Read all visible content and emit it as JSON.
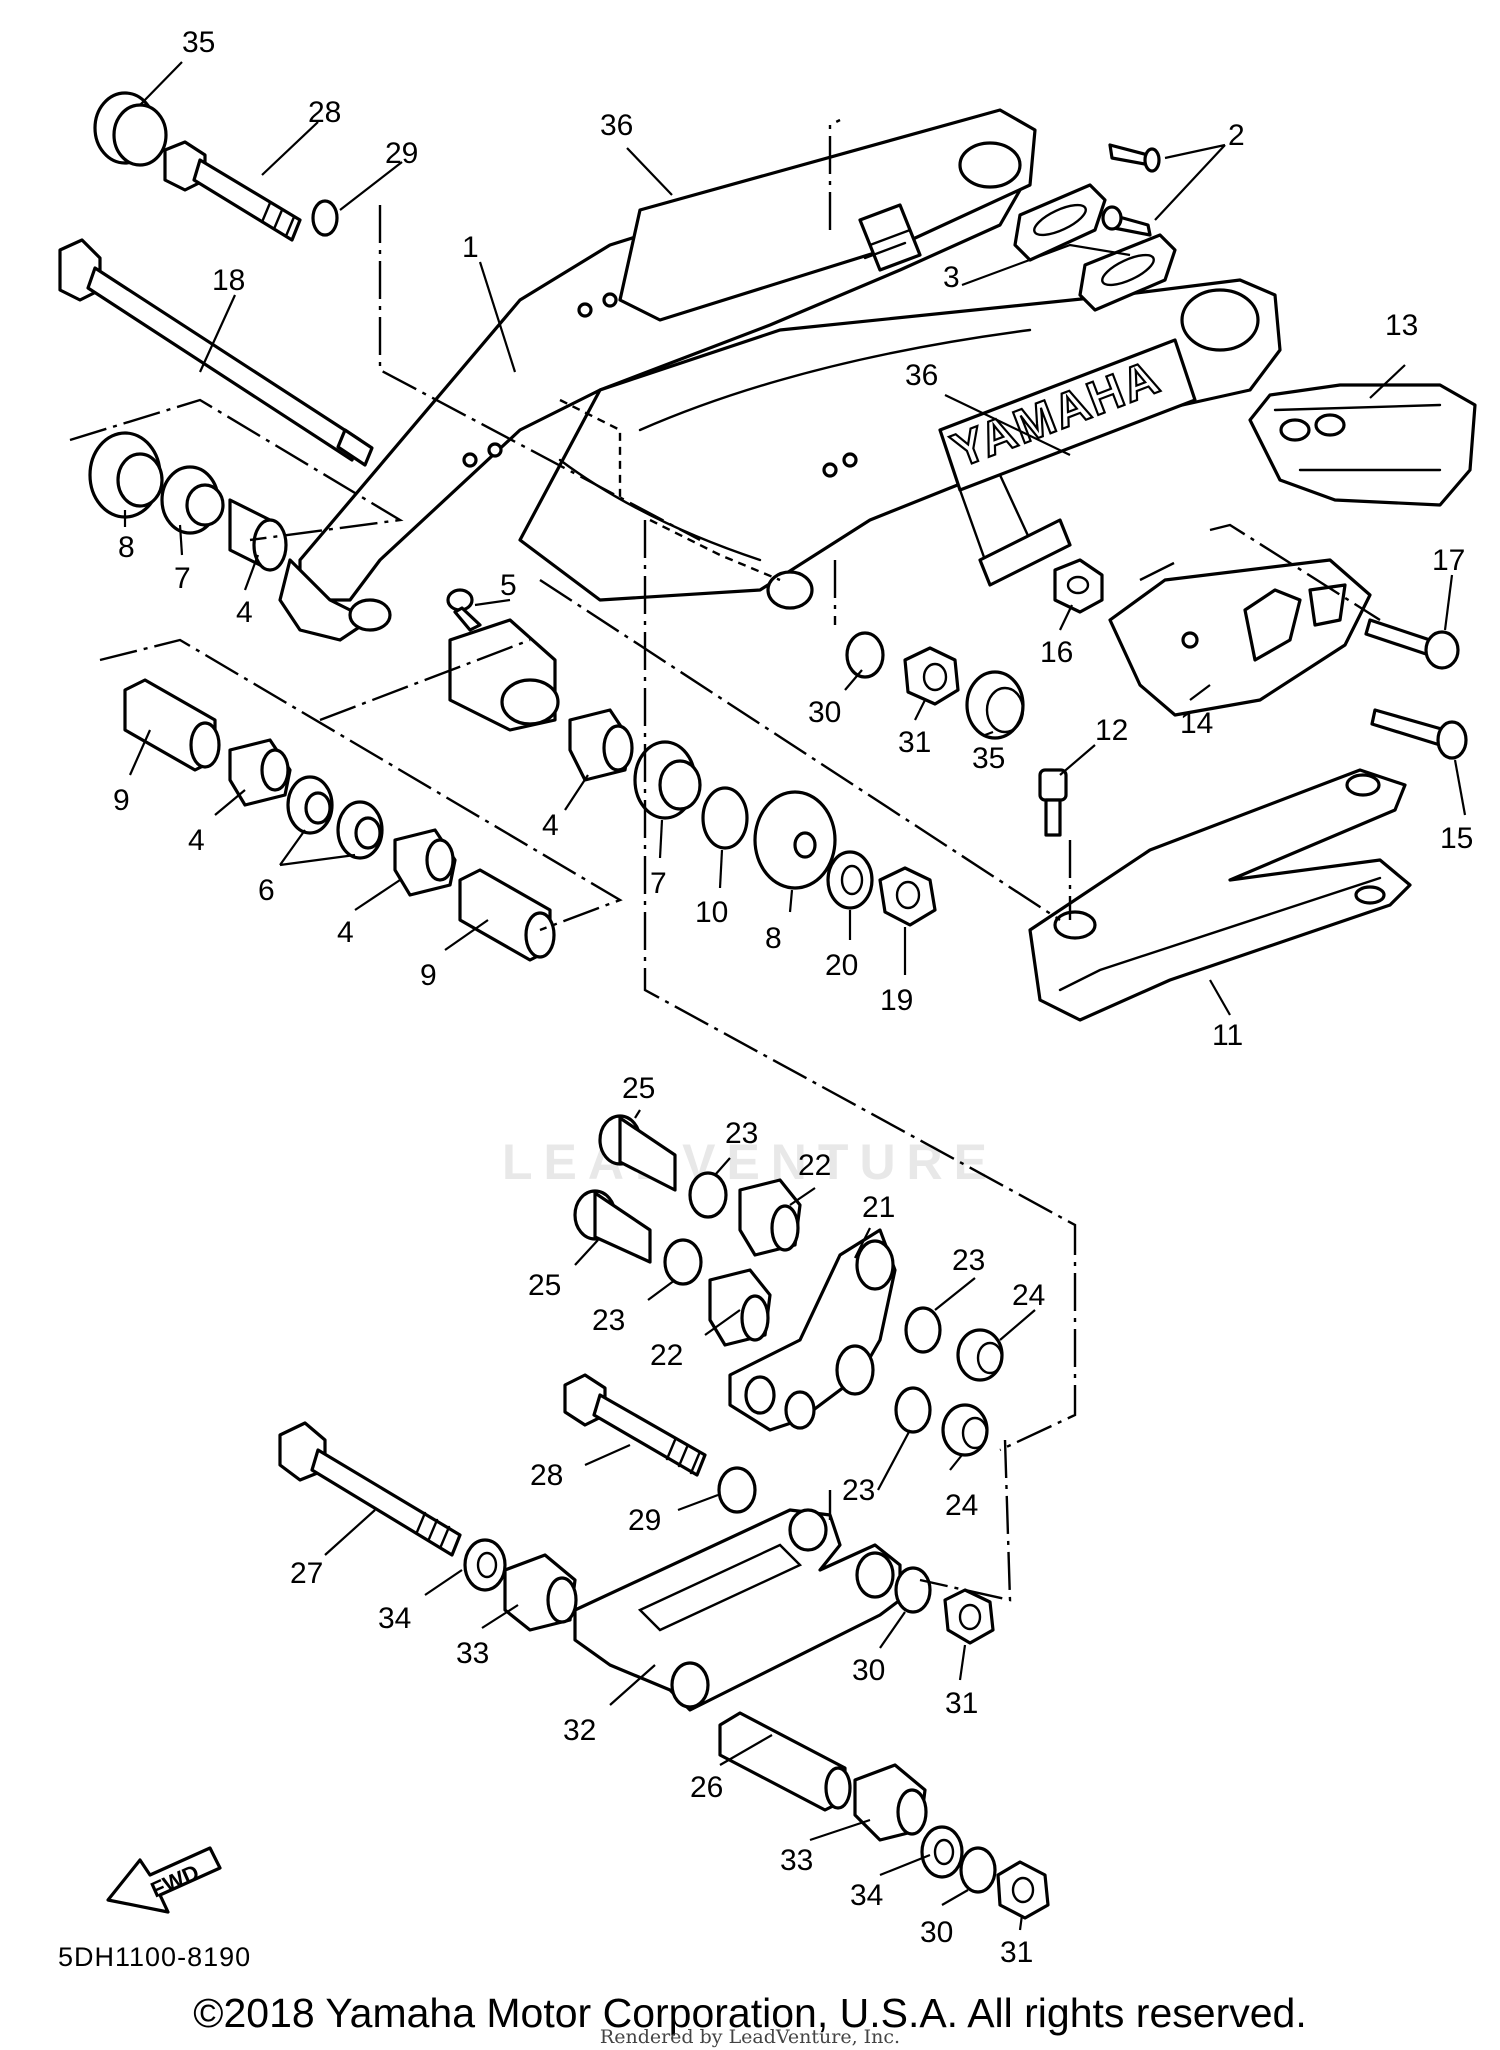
{
  "diagram_code": "5DH1100-8190",
  "copyright": "©2018 Yamaha Motor Corporation, U.S.A. All rights reserved.",
  "rendered_by": "Rendered by LeadVenture, Inc.",
  "watermark": "LEADVENTURE",
  "brand_text": "YAMAHA",
  "fwd_label": "FWD",
  "callouts": [
    "35",
    "28",
    "29",
    "36",
    "2",
    "18",
    "1",
    "3",
    "13",
    "36",
    "8",
    "7",
    "4",
    "5",
    "17",
    "16",
    "30",
    "31",
    "35",
    "12",
    "14",
    "15",
    "9",
    "4",
    "6",
    "4",
    "9",
    "4",
    "7",
    "10",
    "8",
    "20",
    "19",
    "11",
    "25",
    "23",
    "22",
    "21",
    "25",
    "23",
    "22",
    "23",
    "24",
    "28",
    "23",
    "24",
    "29",
    "27",
    "34",
    "33",
    "30",
    "31",
    "32",
    "26",
    "33",
    "34",
    "30",
    "31"
  ]
}
